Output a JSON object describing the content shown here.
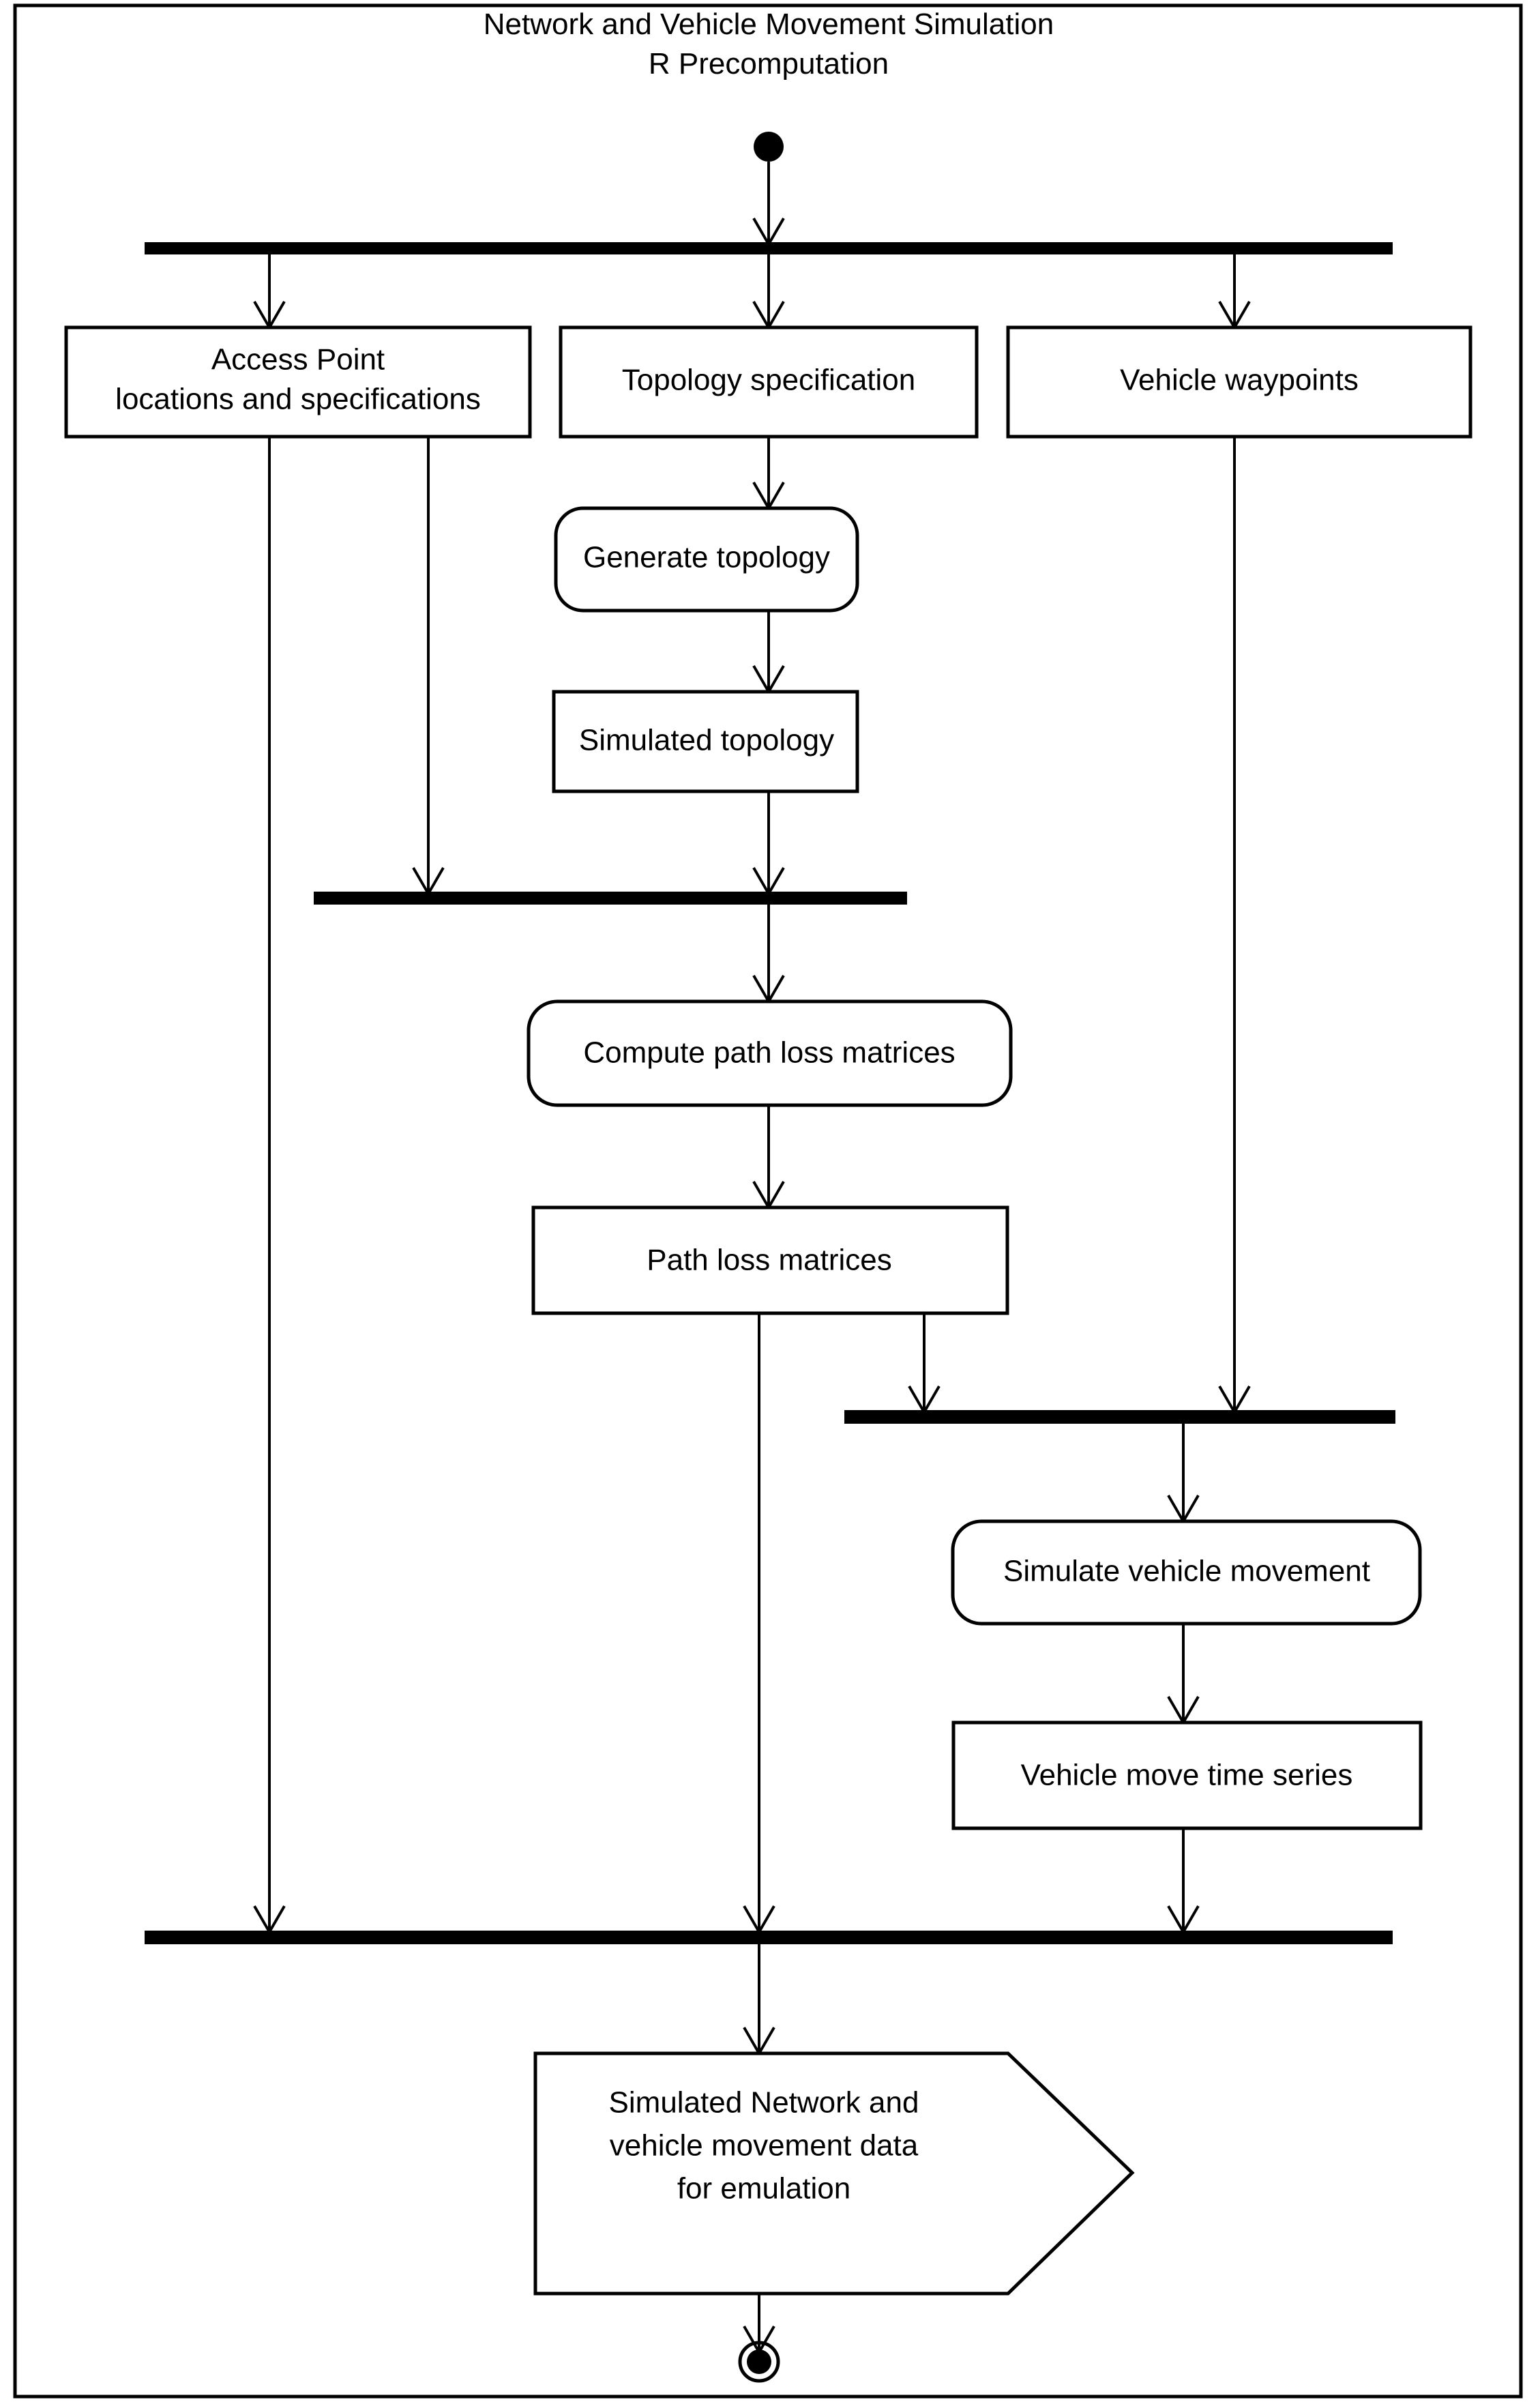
{
  "diagram": {
    "kind": "uml-activity-diagram",
    "title_line_1": "Network and Vehicle Movement Simulation",
    "title_line_2": "R Precomputation",
    "colors": {
      "background": "#ffffff",
      "stroke": "#000000",
      "bar_fill": "#000000",
      "node_fill": "#ffffff"
    },
    "nodes": {
      "start": {
        "type": "initial-node",
        "label": ""
      },
      "access_point": {
        "type": "object-node",
        "label_line_1": "Access Point",
        "label_line_2": "locations and specifications"
      },
      "topology_spec": {
        "type": "object-node",
        "label": "Topology specification"
      },
      "vehicle_waypoints": {
        "type": "object-node",
        "label": "Vehicle waypoints"
      },
      "generate_topology": {
        "type": "action-node",
        "label": "Generate topology"
      },
      "simulated_topology": {
        "type": "object-node",
        "label": "Simulated topology"
      },
      "compute_path_loss": {
        "type": "action-node",
        "label": "Compute path loss matrices"
      },
      "path_loss_matrices": {
        "type": "object-node",
        "label": "Path loss matrices"
      },
      "simulate_vehicle_movement": {
        "type": "action-node",
        "label": "Simulate vehicle movement"
      },
      "vehicle_move_time_series": {
        "type": "object-node",
        "label": "Vehicle move time series"
      },
      "output_signal": {
        "type": "send-signal-node",
        "label_line_1": "Simulated Network and",
        "label_line_2": "vehicle movement data",
        "label_line_3": "for emulation"
      },
      "end": {
        "type": "final-node",
        "label": ""
      }
    },
    "bars": {
      "fork_top": {
        "type": "fork-bar"
      },
      "join_mid_left": {
        "type": "join-bar"
      },
      "join_mid_right": {
        "type": "join-bar"
      },
      "join_bottom": {
        "type": "join-bar"
      }
    }
  }
}
